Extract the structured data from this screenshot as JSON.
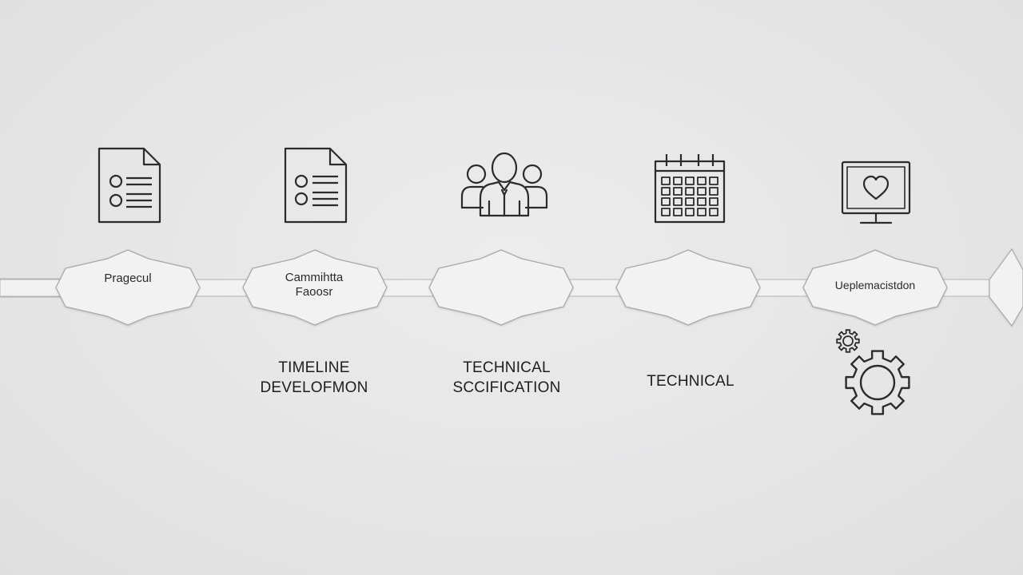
{
  "timeline": {
    "nodes": [
      {
        "id": "node-1",
        "label_lines": [
          "Pragecul"
        ]
      },
      {
        "id": "node-2",
        "label_lines": [
          "Cammihtta",
          "Faoosr"
        ]
      },
      {
        "id": "node-3",
        "label_lines": []
      },
      {
        "id": "node-4",
        "label_lines": []
      },
      {
        "id": "node-5",
        "label_lines": [
          "Ueplemacistdon"
        ]
      }
    ],
    "captions": [
      {
        "id": "caption-2",
        "lines": [
          "TIMELINE",
          "DEVELOFMON"
        ]
      },
      {
        "id": "caption-3",
        "lines": [
          "TECHNICAL",
          "SCCIFICATION"
        ]
      },
      {
        "id": "caption-4",
        "lines": [
          "TECHNICAL"
        ]
      }
    ]
  },
  "icons": [
    {
      "node": "node-1",
      "name": "document-list-icon"
    },
    {
      "node": "node-2",
      "name": "document-list-icon"
    },
    {
      "node": "node-3",
      "name": "team-people-icon"
    },
    {
      "node": "node-4",
      "name": "calendar-icon"
    },
    {
      "node": "node-5",
      "name": "monitor-heart-icon"
    },
    {
      "node": "node-5",
      "name": "gear-icon"
    }
  ],
  "colors": {
    "background": "#e6e6e7",
    "node_fill": "#f2f2f3",
    "node_stroke": "#a9a9ac",
    "icon_stroke": "#2b2b2b",
    "text": "#222222"
  }
}
